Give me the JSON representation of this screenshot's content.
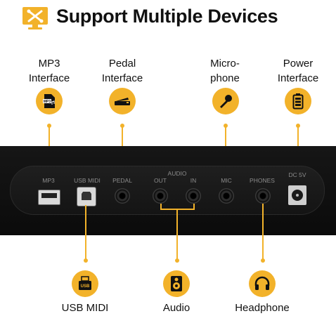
{
  "title": "Support Multiple Devices",
  "top_features": [
    {
      "line1": "MP3",
      "line2": "Interface",
      "icon": "mp3-file-icon"
    },
    {
      "line1": "Pedal",
      "line2": "Interface",
      "icon": "pedal-icon"
    },
    {
      "line1": "Micro-",
      "line2": "phone",
      "icon": "microphone-icon"
    },
    {
      "line1": "Power",
      "line2": "Interface",
      "icon": "battery-icon"
    }
  ],
  "bottom_features": [
    {
      "label": "USB MIDI",
      "icon": "usb-icon"
    },
    {
      "label": "Audio",
      "icon": "speaker-icon"
    },
    {
      "label": "Headphone",
      "icon": "headphone-icon"
    }
  ],
  "panel": {
    "audio_group": "AUDIO",
    "ports": [
      "MP3",
      "USB MIDI",
      "PEDAL",
      "OUT",
      "IN",
      "MIC",
      "PHONES",
      "DC 5V"
    ],
    "mp3_icon_text": "MP3",
    "usb_icon_text": "USB"
  },
  "colors": {
    "accent": "#f2b22a",
    "panel": "#111111"
  }
}
